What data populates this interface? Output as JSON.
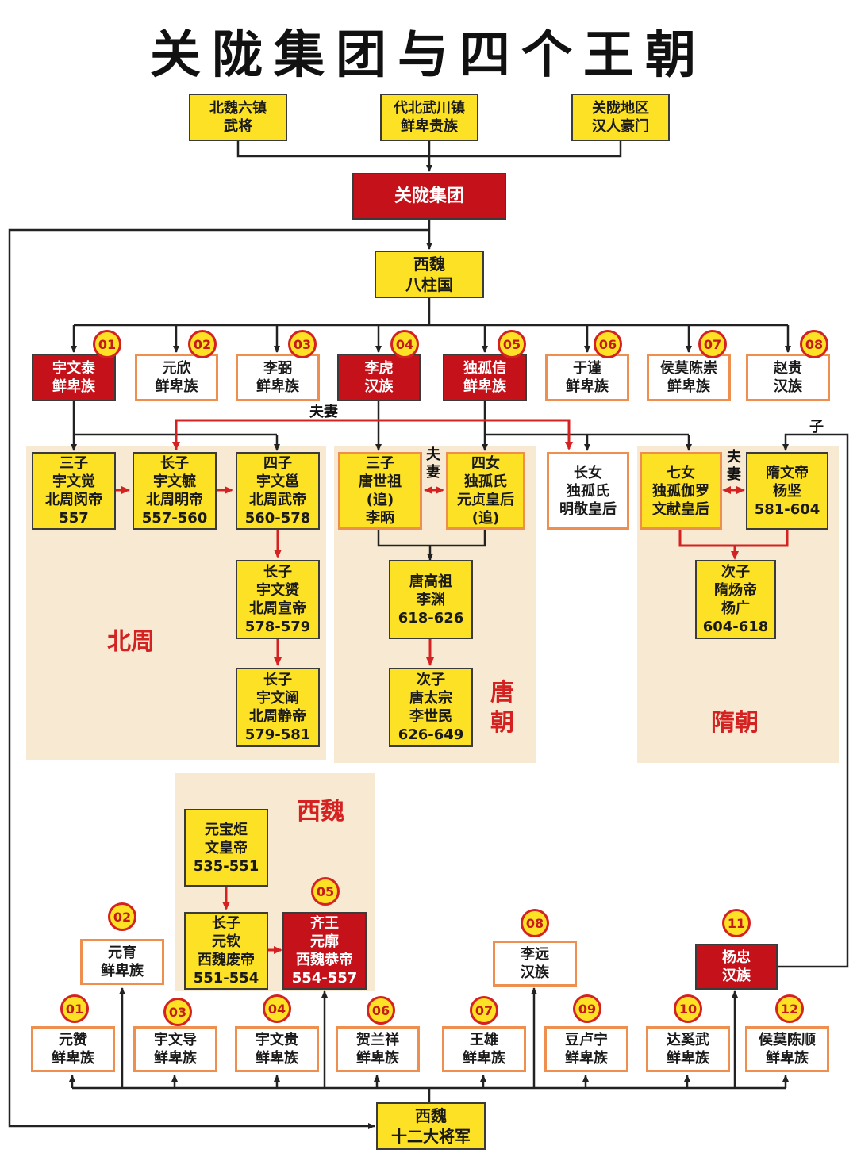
{
  "title": "关陇集团与四个王朝",
  "sources": [
    [
      "北魏六镇",
      "武将"
    ],
    [
      "代北武川镇",
      "鲜卑贵族"
    ],
    [
      "关陇地区",
      "汉人豪门"
    ]
  ],
  "group": "关陇集团",
  "zhuguo": [
    "西魏",
    "八柱国"
  ],
  "pillars": [
    {
      "num": "01",
      "lines": [
        "宇文泰",
        "鲜卑族"
      ]
    },
    {
      "num": "02",
      "lines": [
        "元欣",
        "鲜卑族"
      ]
    },
    {
      "num": "03",
      "lines": [
        "李弼",
        "鲜卑族"
      ]
    },
    {
      "num": "04",
      "lines": [
        "李虎",
        "汉族"
      ]
    },
    {
      "num": "05",
      "lines": [
        "独孤信",
        "鲜卑族"
      ]
    },
    {
      "num": "06",
      "lines": [
        "于谨",
        "鲜卑族"
      ]
    },
    {
      "num": "07",
      "lines": [
        "侯莫陈崇",
        "鲜卑族"
      ]
    },
    {
      "num": "08",
      "lines": [
        "赵贵",
        "汉族"
      ]
    }
  ],
  "relations": {
    "fuqi": "夫妻",
    "fu": "夫",
    "qi": "妻",
    "zi": "子"
  },
  "zones": {
    "beizhou": "北周",
    "tang1": "唐",
    "tang2": "朝",
    "sui": "隋朝",
    "xiwei": "西魏"
  },
  "beizhou": [
    [
      "三子",
      "宇文觉",
      "北周闵帝",
      "557"
    ],
    [
      "长子",
      "宇文毓",
      "北周明帝",
      "557-560"
    ],
    [
      "四子",
      "宇文邕",
      "北周武帝",
      "560-578"
    ],
    [
      "长子",
      "宇文赟",
      "北周宣帝",
      "578-579"
    ],
    [
      "长子",
      "宇文阐",
      "北周静帝",
      "579-581"
    ]
  ],
  "tang": [
    [
      "三子",
      "唐世祖",
      "(追)",
      "李昞"
    ],
    [
      "四女",
      "独孤氏",
      "元贞皇后",
      "(追)"
    ],
    [
      "唐高祖",
      "李渊",
      "618-626"
    ],
    [
      "次子",
      "唐太宗",
      "李世民",
      "626-649"
    ]
  ],
  "eldest_daughter": [
    "长女",
    "独孤氏",
    "明敬皇后"
  ],
  "sui": [
    [
      "七女",
      "独孤伽罗",
      "文献皇后"
    ],
    [
      "隋文帝",
      "杨坚",
      "581-604"
    ],
    [
      "次子",
      "隋炀帝",
      "杨广",
      "604-618"
    ]
  ],
  "xiwei": [
    [
      "元宝炬",
      "文皇帝",
      "535-551"
    ],
    [
      "长子",
      "元钦",
      "西魏废帝",
      "551-554"
    ],
    {
      "num": "05",
      "lines": [
        "齐王",
        "元廓",
        "西魏恭帝",
        "554-557"
      ]
    }
  ],
  "generals_upper": [
    {
      "num": "02",
      "lines": [
        "元育",
        "鲜卑族"
      ]
    },
    {
      "num": "08",
      "lines": [
        "李远",
        "汉族"
      ]
    },
    {
      "num": "11",
      "lines": [
        "杨忠",
        "汉族"
      ]
    }
  ],
  "generals_lower": [
    {
      "num": "01",
      "lines": [
        "元赞",
        "鲜卑族"
      ]
    },
    {
      "num": "03",
      "lines": [
        "宇文导",
        "鲜卑族"
      ]
    },
    {
      "num": "04",
      "lines": [
        "宇文贵",
        "鲜卑族"
      ]
    },
    {
      "num": "06",
      "lines": [
        "贺兰祥",
        "鲜卑族"
      ]
    },
    {
      "num": "07",
      "lines": [
        "王雄",
        "鲜卑族"
      ]
    },
    {
      "num": "09",
      "lines": [
        "豆卢宁",
        "鲜卑族"
      ]
    },
    {
      "num": "10",
      "lines": [
        "达奚武",
        "鲜卑族"
      ]
    },
    {
      "num": "12",
      "lines": [
        "侯莫陈顺",
        "鲜卑族"
      ]
    }
  ],
  "twelve": [
    "西魏",
    "十二大将军"
  ],
  "colors": {
    "yellow": "#fde124",
    "red": "#c4111a",
    "orange_border": "#ef8f4f",
    "zone": "#f8ead2",
    "arrow_red": "#d42222"
  }
}
